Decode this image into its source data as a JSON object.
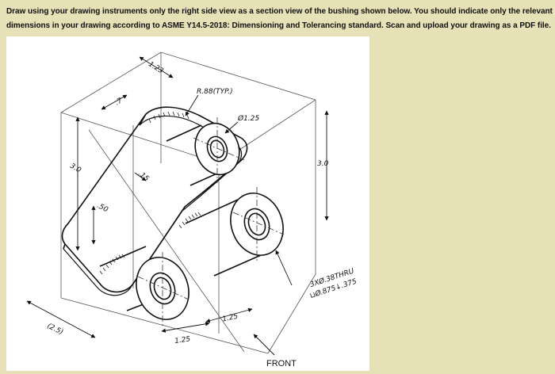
{
  "question": {
    "line1": "Draw using your drawing instruments only the right side view as a section view of the bushing shown below. You should indicate only the relevant",
    "line2": "dimensions in your drawing according to ASME Y14.5-2018: Dimensioning and Tolerancing standard. Scan and upload your drawing as a PDF file."
  },
  "drawing": {
    "dims": {
      "d_123": "1.23",
      "r_88": "R.88(TYP.)",
      "d_7": ".7",
      "dia_125": "Ø1.25",
      "d_30_left": "3.0",
      "d_30_right": "3.0",
      "d_15": ".15",
      "d_50": ".50",
      "hole_note_1": "3XØ.38THRU",
      "hole_note_2": "⊔Ø.875↓.375",
      "d_25": "(2.5)",
      "d_125_a": "1.25",
      "d_125_b": "1.25"
    },
    "front_label": "FRONT"
  },
  "colors": {
    "background": "#e6e1b6",
    "panel": "#ffffff",
    "ink": "#111111"
  }
}
